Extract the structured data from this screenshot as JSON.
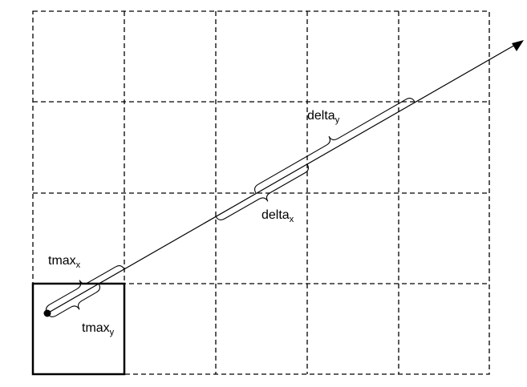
{
  "diagram": {
    "labels": {
      "tmax_x": {
        "base": "tmax",
        "sub": "x"
      },
      "tmax_y": {
        "base": "tmax",
        "sub": "y"
      },
      "delta_x": {
        "base": "delta",
        "sub": "x"
      },
      "delta_y": {
        "base": "delta",
        "sub": "y"
      }
    },
    "colors": {
      "stroke": "#000000",
      "background": "#ffffff"
    }
  }
}
